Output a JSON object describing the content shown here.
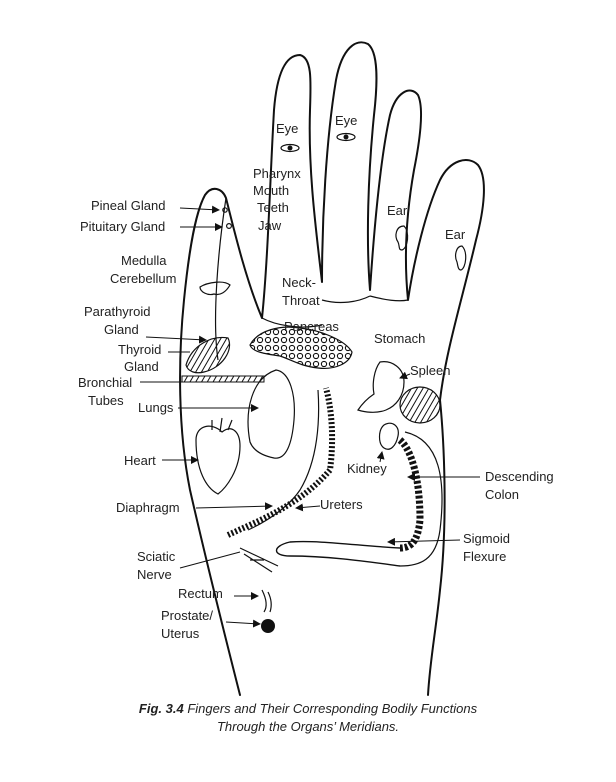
{
  "labels": {
    "eye_1": "Eye",
    "eye_2": "Eye",
    "pharynx": [
      "Pharynx",
      "Mouth",
      "Teeth",
      "Jaw"
    ],
    "ear_1": "Ear",
    "ear_2": "Ear",
    "pineal": "Pineal Gland",
    "pituitary": "Pituitary Gland",
    "medulla": [
      "Medulla",
      "Cerebellum"
    ],
    "neck": [
      "Neck-",
      "Throat"
    ],
    "pancreas": "Pancreas",
    "stomach": "Stomach",
    "parathyroid": [
      "Parathyroid",
      "Gland"
    ],
    "thyroid": [
      "Thyroid",
      "Gland"
    ],
    "spleen": "Spleen",
    "bronchial": [
      "Bronchial",
      "Tubes"
    ],
    "lungs": "Lungs",
    "heart": "Heart",
    "kidney": "Kidney",
    "descending": [
      "Descending",
      "Colon"
    ],
    "diaphragm": "Diaphragm",
    "ureters": "Ureters",
    "sigmoid": [
      "Sigmoid",
      "Flexure"
    ],
    "sciatic": [
      "Sciatic",
      "Nerve"
    ],
    "rectum": "Rectum",
    "prostate": [
      "Prostate/",
      "Uterus"
    ]
  },
  "caption": {
    "number": "Fig. 3.4",
    "line1": "Fingers and Their Corresponding Bodily Functions",
    "line2": "Through the Organs’ Meridians."
  }
}
